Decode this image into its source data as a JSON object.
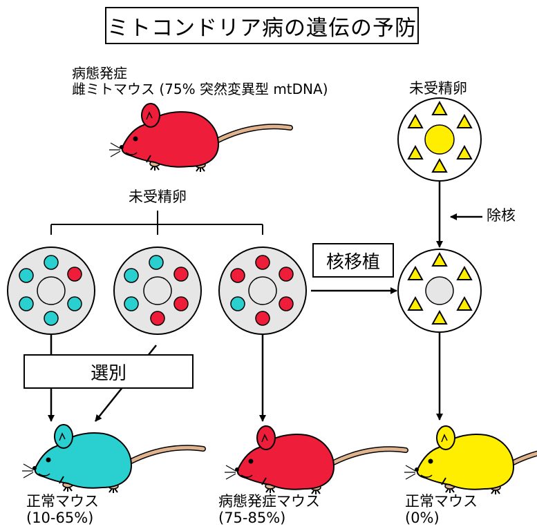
{
  "title": "ミトコンドリア病の遺伝の予防",
  "donor": {
    "line1": "病態発症",
    "line2": "雌ミトマウス (75% 突然変異型 mtDNA)"
  },
  "oocytes_label": "未受精卵",
  "recipient_label": "未受精卵",
  "enucleation_label": "除核",
  "nuclear_transfer_label": "核移植",
  "selection_label": "選別",
  "outcomes": [
    {
      "label": "正常マウス",
      "range": "(10-65%)"
    },
    {
      "label": "病態発症マウス",
      "range": "(75-85%)"
    },
    {
      "label": "正常マウス",
      "range": "(0%)"
    }
  ],
  "colors": {
    "mutant_red": "#ee1d3a",
    "normal_cyan": "#2ad0d0",
    "recipient_yellow": "#ffee00",
    "cell_gray": "#e6e6e6",
    "tail": "#e0b48e"
  }
}
